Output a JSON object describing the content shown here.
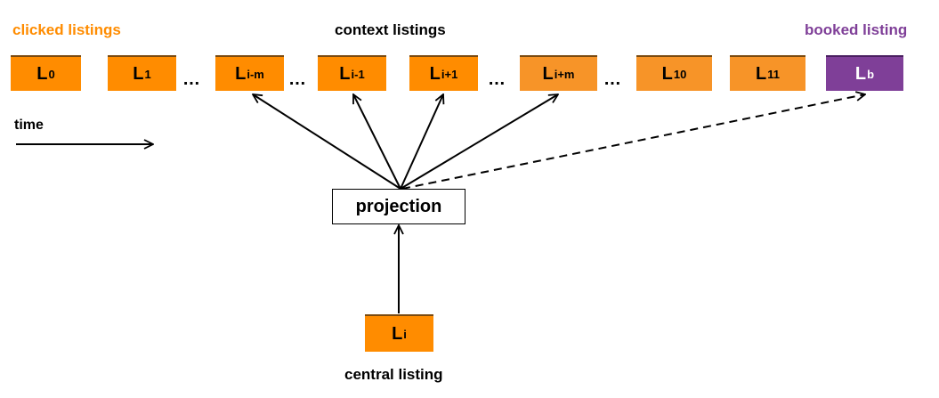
{
  "headers": {
    "clicked": "clicked listings",
    "context": "context listings",
    "booked": "booked listing"
  },
  "colors": {
    "clicked": "#ff8c00",
    "booked": "#7f3f98",
    "context": "#f79428"
  },
  "listings": {
    "l0": {
      "letter": "L",
      "sub": "0"
    },
    "l1": {
      "letter": "L",
      "sub": "1"
    },
    "lim": {
      "letter": "L",
      "sub": "i-m"
    },
    "li1m": {
      "letter": "L",
      "sub": "i-1"
    },
    "li1p": {
      "letter": "L",
      "sub": "i+1"
    },
    "lip": {
      "letter": "L",
      "sub": "i+m"
    },
    "l10": {
      "letter": "L",
      "sub": "10"
    },
    "l11": {
      "letter": "L",
      "sub": "11"
    },
    "lb": {
      "letter": "L",
      "sub": "b"
    },
    "li": {
      "letter": "L",
      "sub": "i"
    }
  },
  "ellipsis": "…",
  "time_label": "time",
  "projection_label": "projection",
  "central_label": "central listing"
}
